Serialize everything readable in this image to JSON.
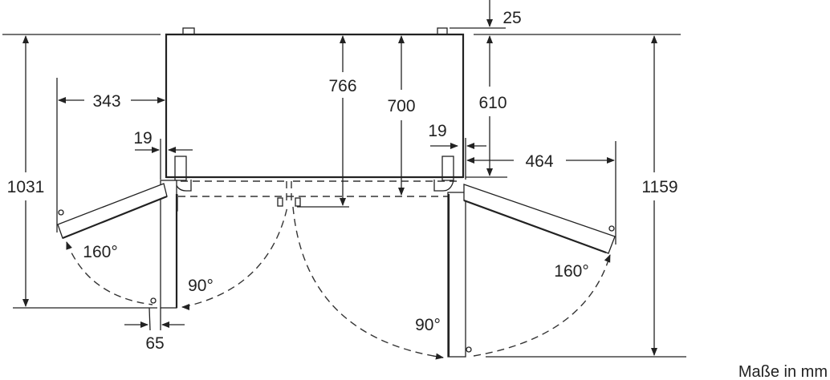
{
  "dimensions": {
    "depth_with_door_90_left": "1031",
    "depth_with_door_90_right": "1159",
    "door_swing_left": "343",
    "door_swing_right": "464",
    "hinge_offset_left": "19",
    "hinge_offset_right": "19",
    "depth_766": "766",
    "depth_700": "700",
    "depth_610": "610",
    "top_offset": "25",
    "handle_offset": "65"
  },
  "angles": {
    "left_open_wide": "160°",
    "left_open_90": "90°",
    "right_open_wide": "160°",
    "right_open_90": "90°"
  },
  "unit_label": "Maße in mm"
}
